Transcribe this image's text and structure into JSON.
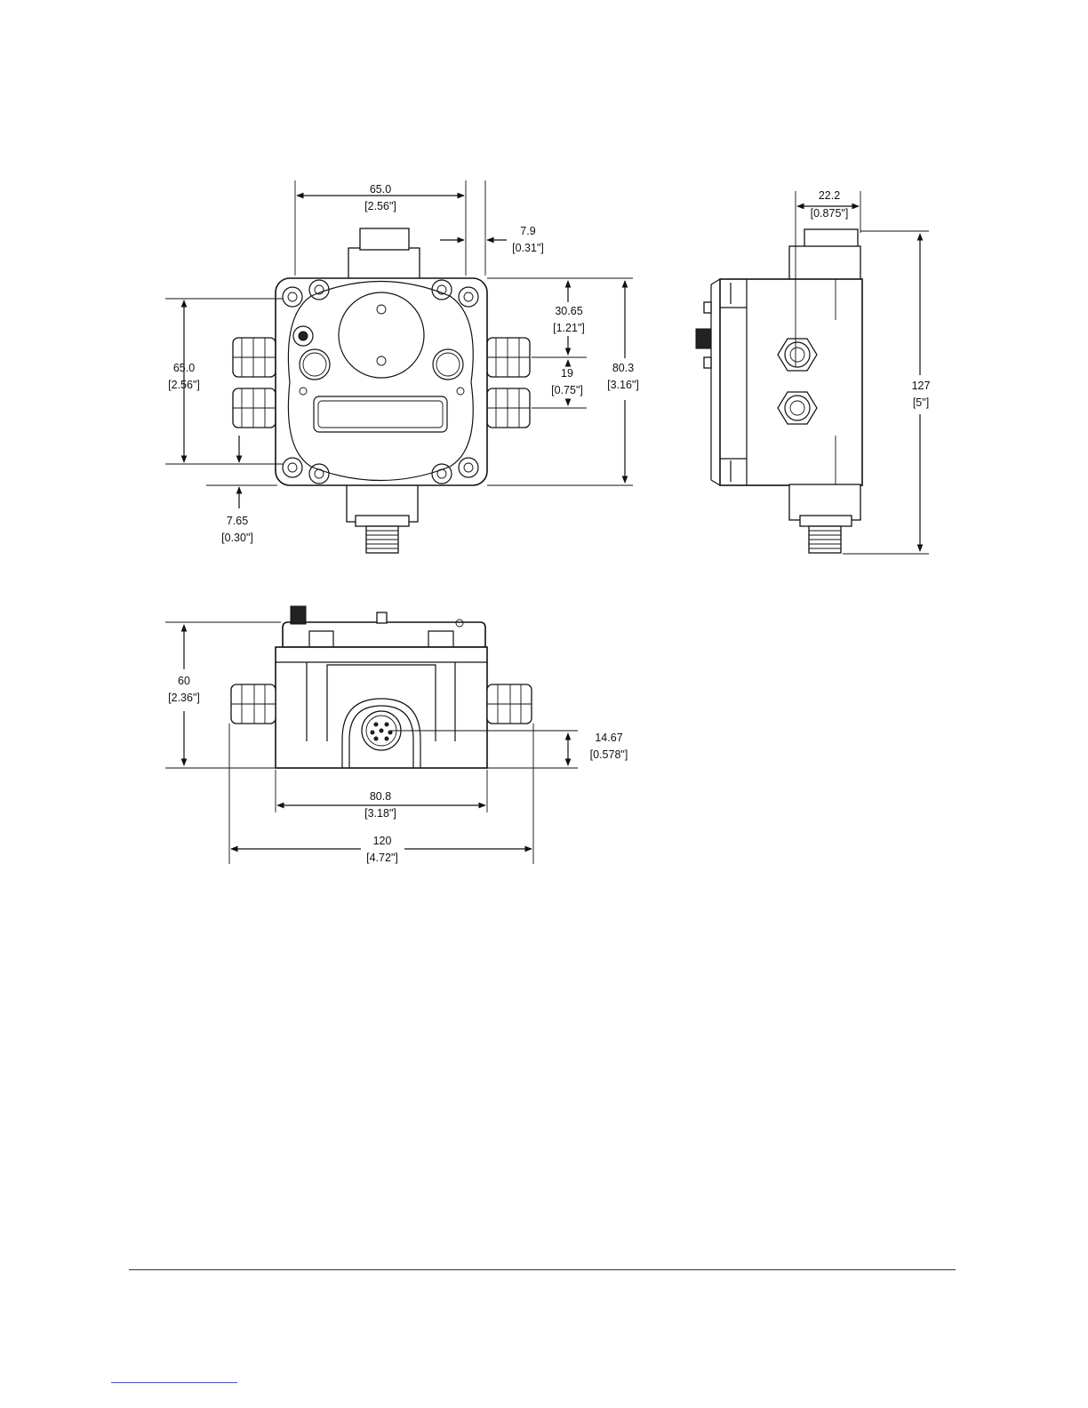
{
  "views": {
    "front": {
      "width_top": {
        "mm": "65.0",
        "in": "[2.56\"]"
      },
      "offset_top": {
        "mm": "7.9",
        "in": "[0.31\"]"
      },
      "height_left": {
        "mm": "65.0",
        "in": "[2.56\"]"
      },
      "offset_bottom": {
        "mm": "7.65",
        "in": "[0.30\"]"
      },
      "gland_top_offset": {
        "mm": "30.65",
        "in": "[1.21\"]"
      },
      "gland_spacing": {
        "mm": "19",
        "in": "[0.75\"]"
      },
      "height_right": {
        "mm": "80.3",
        "in": "[3.16\"]"
      }
    },
    "side": {
      "depth_top": {
        "mm": "22.2",
        "in": "[0.875\"]"
      },
      "overall_height": {
        "mm": "127",
        "in": "[5\"]"
      }
    },
    "bottom": {
      "height": {
        "mm": "60",
        "in": "[2.36\"]"
      },
      "connector_offset": {
        "mm": "14.67",
        "in": "[0.578\"]"
      },
      "body_width": {
        "mm": "80.8",
        "in": "[3.18\"]"
      },
      "overall_width": {
        "mm": "120",
        "in": "[4.72\"]"
      }
    }
  }
}
